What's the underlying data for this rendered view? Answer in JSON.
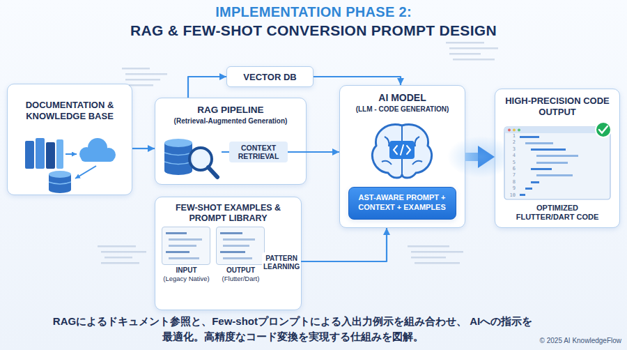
{
  "diagram": {
    "title": "RAG & FEW-SHOT CONVERSION PROMPT DESIGN",
    "caption": "RAGによるドキュメント参照と、Few-shotプロンプトによる入出力例示を組み合わせ、 AIへの指示を最適化。高精度なコード変換を実現する仕組みを図解。",
    "nodes": [
      {
        "text": [
          "DOCUMENTATION & KNOWLEDGE BASE"
        ]
      },
      {
        "text": [
          "VECTOR DB"
        ]
      },
      {
        "text": [
          "RAG PIPELINE",
          "(Retrieval-Augmented Generation)"
        ]
      },
      {
        "text": [
          "FEW-SHOT EXAMPLES & PROMPT LIBRARY"
        ]
      },
      {
        "text": [
          "INPUT",
          "(Legacy Native)"
        ],
        "in": 3
      },
      {
        "text": [
          "OUTPUT",
          "(Flutter/Dart)"
        ],
        "in": 3
      },
      {
        "text": [
          "AI MODEL",
          "(LLM - CODE GENERATION)"
        ]
      },
      {
        "text": [
          "AST-AWARE PROMPT + CONTEXT + EXAMPLES"
        ],
        "in": 6
      },
      {
        "text": [
          "HIGH-PRECISION CODE OUTPUT",
          "OPTIMIZED FLUTTER/DART CODE"
        ]
      }
    ],
    "edges": [
      {
        "from": 0,
        "to": 2,
        "arrow": "to"
      },
      {
        "from": 2,
        "to": 1,
        "arrow": "to"
      },
      {
        "from": 1,
        "to": 6,
        "arrow": "to"
      },
      {
        "from": 2,
        "to": 6,
        "label": "CONTEXT RETRIEVAL",
        "arrow": "to"
      },
      {
        "from": 3,
        "to": 6,
        "label": "PATTERN LEARNING",
        "arrow": "to"
      },
      {
        "from": 6,
        "to": 8,
        "arrow": "to"
      }
    ],
    "labels": [
      "IMPLEMENTATION PHASE 2:",
      "1",
      "2",
      "3",
      "4",
      "5",
      "6",
      "7",
      "8",
      "9",
      "10",
      "© 2025 AI KnowledgeFlow"
    ]
  }
}
